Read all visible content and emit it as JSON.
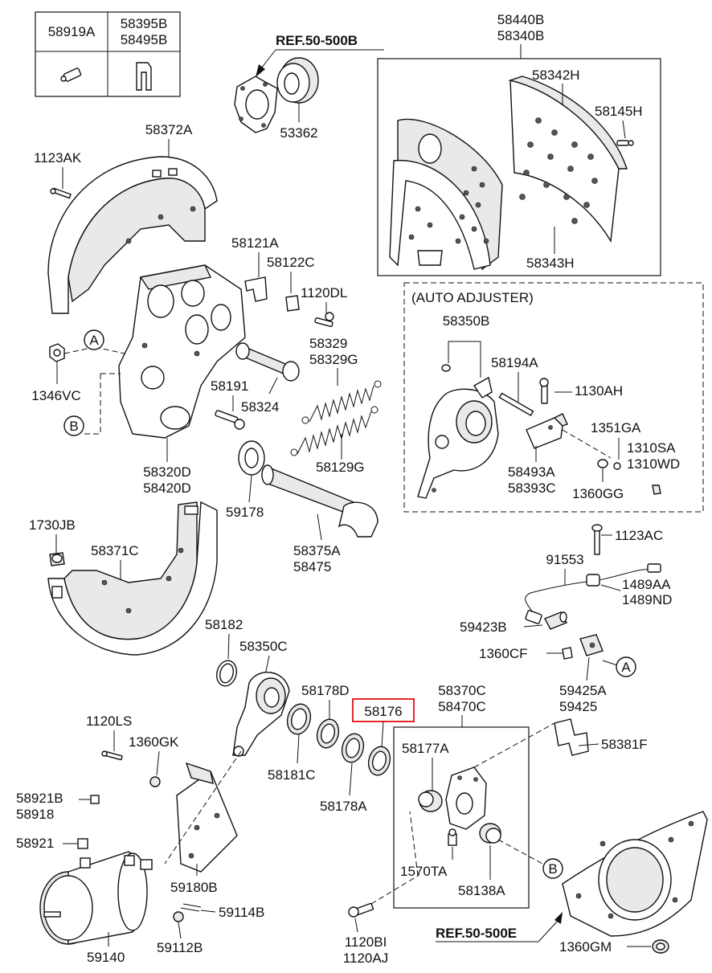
{
  "colors": {
    "line": "#111111",
    "background": "#ffffff",
    "highlight": "#e3262b"
  },
  "table": {
    "col1": "58919A",
    "col2_line1": "58395B",
    "col2_line2": "58495B"
  },
  "refs": {
    "top": "REF.50-500B",
    "bottom": "REF.50-500E"
  },
  "auto_adjuster_title": "(AUTO ADJUSTER)",
  "callouts": {
    "a": "A",
    "b": "B"
  },
  "highlighted_part": "58176",
  "labels": {
    "p58440B": "58440B",
    "p58340B": "58340B",
    "p58342H": "58342H",
    "p58145H": "58145H",
    "p58343H": "58343H",
    "p53362": "53362",
    "p58372A": "58372A",
    "p1123AK": "1123AK",
    "p58121A": "58121A",
    "p58122C": "58122C",
    "p1120DL": "1120DL",
    "p58329": "58329",
    "p58329G": "58329G",
    "p58191": "58191",
    "p58324": "58324",
    "p1346VC": "1346VC",
    "p58320D": "58320D",
    "p58420D": "58420D",
    "p58129G": "58129G",
    "p59178": "59178",
    "p58375A": "58375A",
    "p58475": "58475",
    "p1730JB": "1730JB",
    "p58371C": "58371C",
    "p58350B": "58350B",
    "p58194A": "58194A",
    "p1130AH": "1130AH",
    "p58493A": "58493A",
    "p58393C": "58393C",
    "p1351GA": "1351GA",
    "p1310SA": "1310SA",
    "p1310WD": "1310WD",
    "p1360GG": "1360GG",
    "p1123AC": "1123AC",
    "p91553": "91553",
    "p1489AA": "1489AA",
    "p1489ND": "1489ND",
    "p59423B": "59423B",
    "p1360CF": "1360CF",
    "p59425A": "59425A",
    "p59425": "59425",
    "p58182": "58182",
    "p58350C": "58350C",
    "p58178D": "58178D",
    "p58370C": "58370C",
    "p58470C": "58470C",
    "p58381F": "58381F",
    "p1120LS": "1120LS",
    "p1360GK": "1360GK",
    "p58181C": "58181C",
    "p58178A": "58178A",
    "p58177A": "58177A",
    "p58921B": "58921B",
    "p58918": "58918",
    "p58921": "58921",
    "p1570TA": "1570TA",
    "p58138A": "58138A",
    "p59180B": "59180B",
    "p59114B": "59114B",
    "p59140": "59140",
    "p59112B": "59112B",
    "p1120BI": "1120BI",
    "p1120AJ": "1120AJ",
    "p1360GM": "1360GM"
  }
}
